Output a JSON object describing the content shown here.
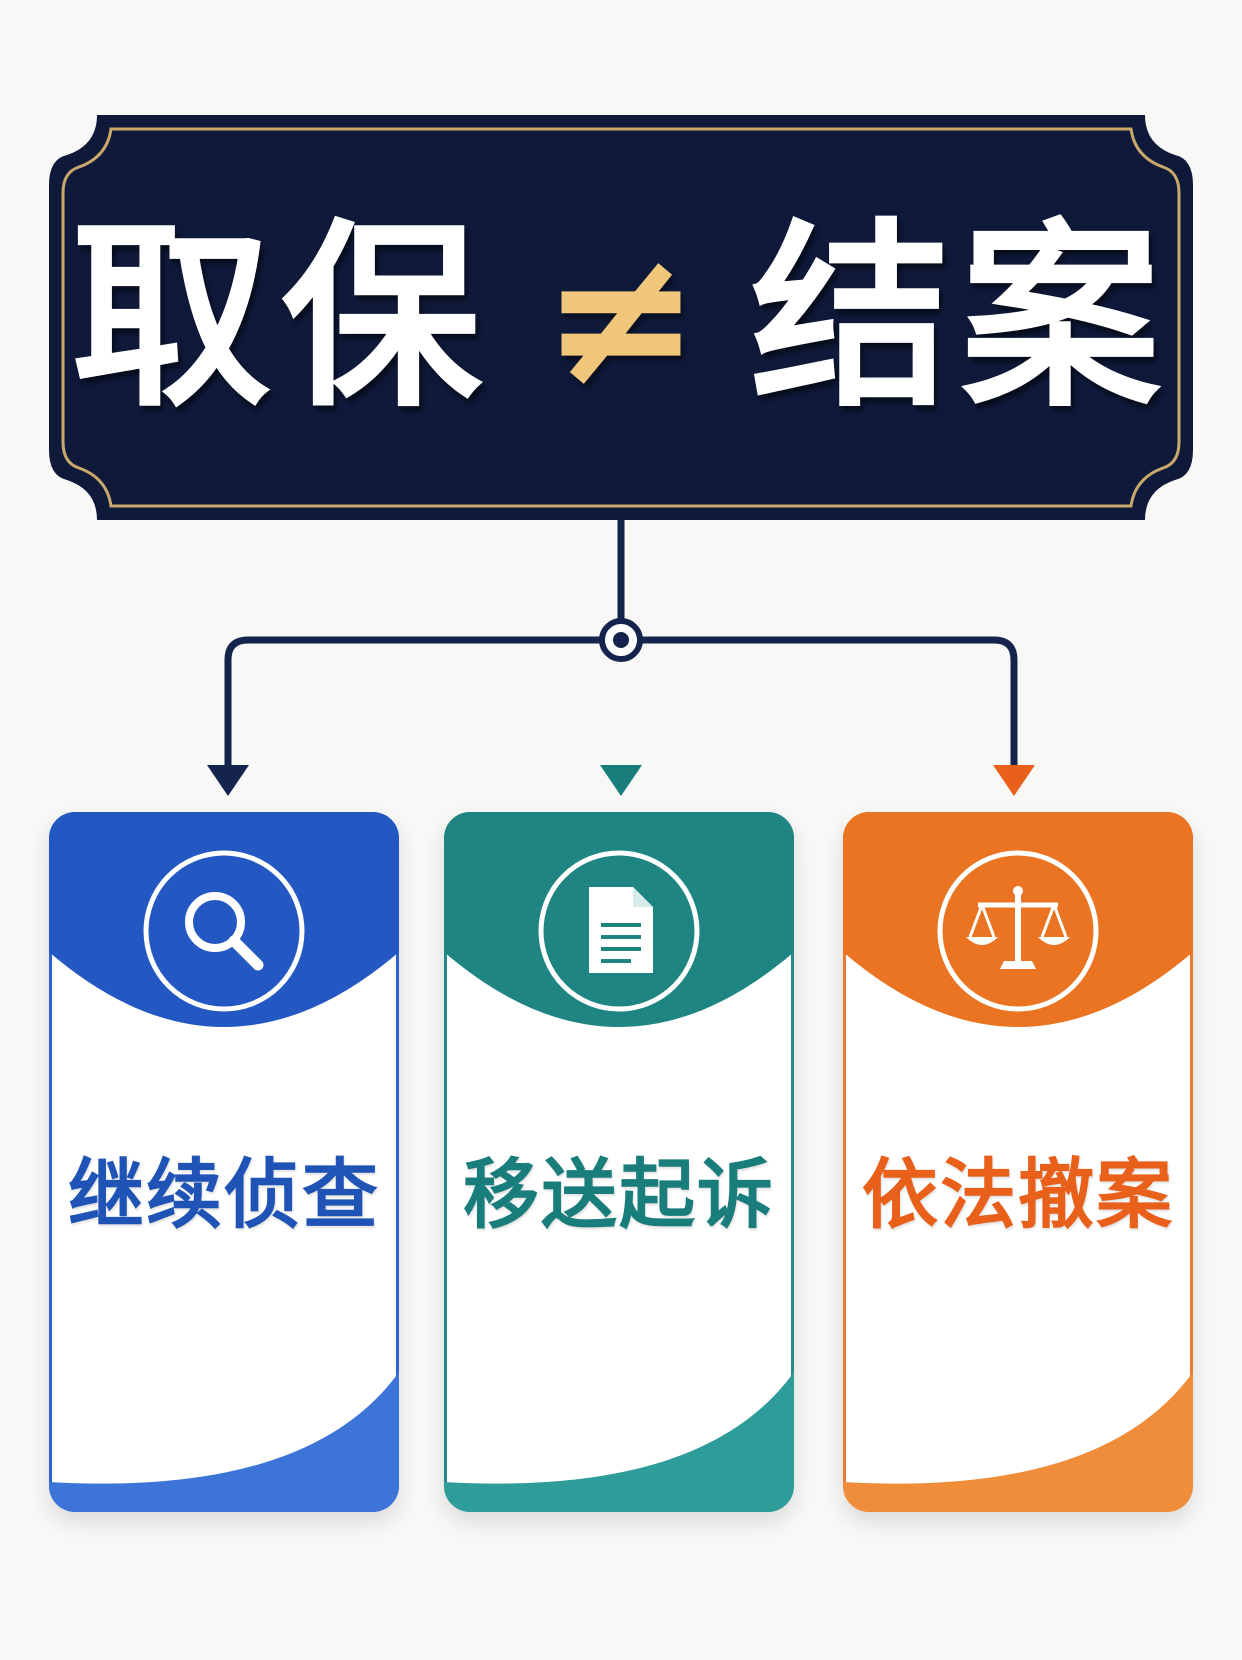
{
  "title": {
    "left_word": "取保",
    "symbol": "≠",
    "right_word": "结案"
  },
  "branches": [
    {
      "label": "继续侦查",
      "icon": "magnifier-icon",
      "color": "#1f54b6"
    },
    {
      "label": "移送起诉",
      "icon": "document-icon",
      "color": "#197d7c"
    },
    {
      "label": "依法撤案",
      "icon": "scales-icon",
      "color": "#e8601a"
    }
  ],
  "colors": {
    "plaque": "#0f1a3b",
    "plaque_border": "#c9a86a",
    "accent_gold": "#f0c77a",
    "connector": "#14244d"
  }
}
